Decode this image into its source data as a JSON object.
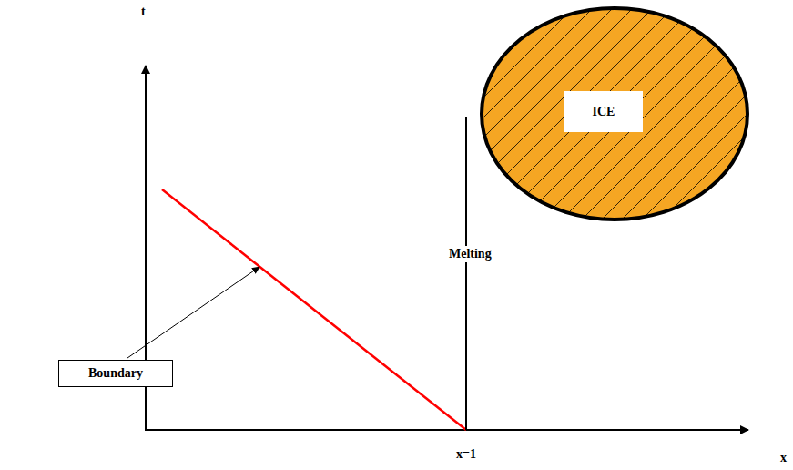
{
  "diagram": {
    "nodes": [
      {
        "text": [
          "ICE"
        ]
      },
      {
        "text": [
          "Boundary"
        ]
      }
    ],
    "labels": [
      "t",
      "x",
      "Melting",
      "x=1"
    ]
  }
}
